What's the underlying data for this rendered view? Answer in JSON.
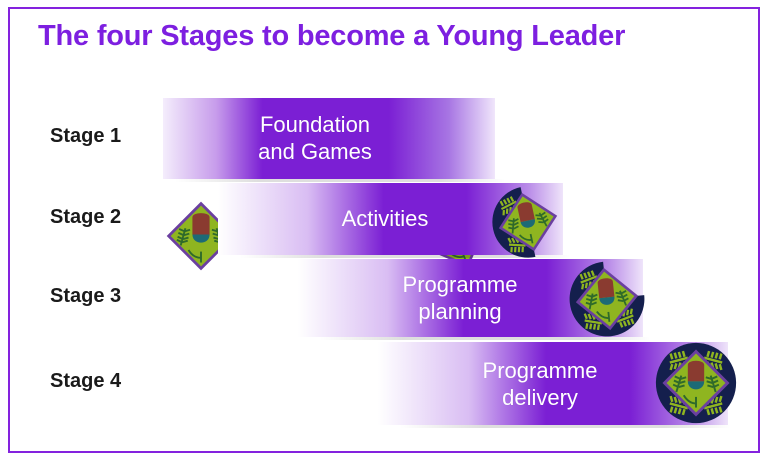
{
  "page": {
    "title": "The four Stages to become a Young Leader",
    "accent_color": "#7d1fe0",
    "bar_color": "#7b1fd4",
    "frame_color": "#8422de",
    "label_color": "#1a1a1a",
    "bar_text_color": "#ffffff"
  },
  "badge": {
    "name": "young-leader-acorn-badge",
    "circle_color": "#141f4d",
    "diamond_fill": "#8fb520",
    "diamond_border": "#6b3fa0",
    "acorn_cap_color": "#8a3b30",
    "acorn_body_color": "#1d6a75",
    "leaf_color": "#8fb520"
  },
  "stages": [
    {
      "label": "Stage 1",
      "text": "Foundation\nand Games",
      "badge_reveal": "diamond-only",
      "badge_reveal_fraction": 0.25
    },
    {
      "label": "Stage 2",
      "text": "Activities",
      "badge_reveal": "half-circle",
      "badge_reveal_fraction": 0.5
    },
    {
      "label": "Stage 3",
      "text": "Programme\nplanning",
      "badge_reveal": "three-quarter-circle",
      "badge_reveal_fraction": 0.75
    },
    {
      "label": "Stage 4",
      "text": "Programme\ndelivery",
      "badge_reveal": "full-circle",
      "badge_reveal_fraction": 1.0
    }
  ]
}
